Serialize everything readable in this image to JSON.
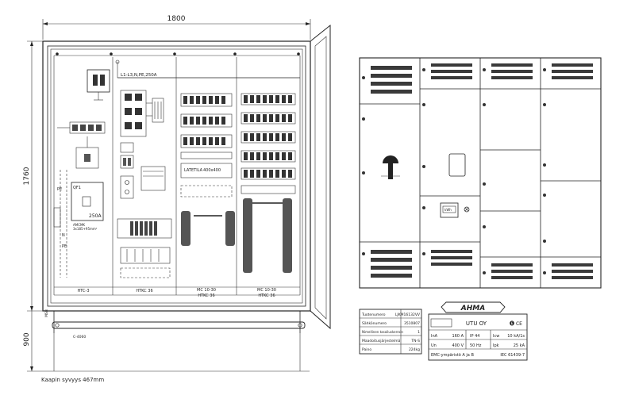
{
  "dimensions": {
    "width": "1800",
    "height": "1760",
    "plinth": "900",
    "depth_note": "Kaapin syvyys 467mm"
  },
  "front_labels": {
    "busbar": "L1-L3,N,PE,250A",
    "pe": "PE",
    "n": "N",
    "pe2": "PE",
    "qf": "QF1",
    "rating": "250A",
    "cable1": "AMCMK",
    "cable2": "3x185+95mm²",
    "latetila": "LATETILA",
    "latetila_size": "400x400",
    "c4060": "C-4060"
  },
  "din_labels": {
    "col1": "HTC-3",
    "col2": "HTKC 36",
    "col3_top": "MC 10-30",
    "col3_bot": "HTKC 36",
    "col4_top": "MC 10-30",
    "col4_bot": "HTKC 36"
  },
  "side_label": "MSB",
  "nameplate_left": {
    "rows": [
      {
        "label": "Tuotenumero",
        "value": "LJKM16132VV"
      },
      {
        "label": "Sähkönumero",
        "value": "3510807"
      },
      {
        "label": "Nimellinen tasoiluskerroin",
        "value": "1"
      },
      {
        "label": "Maadoitusjärjestelmä",
        "value": "TN-S"
      },
      {
        "label": "Paino",
        "value": "224kg"
      }
    ]
  },
  "nameplate_right": {
    "brand": "AHMA",
    "company": "UTU OY",
    "mark": "🅔 CE",
    "cells": [
      {
        "label": "InA",
        "value": "160 A"
      },
      {
        "label": "IP 44",
        "value": ""
      },
      {
        "label": "Icw",
        "value": "10 kA/1s"
      },
      {
        "label": "Un",
        "value": "400 V"
      },
      {
        "label": "50 Hz",
        "value": ""
      },
      {
        "label": "Ipk",
        "value": "25 kA"
      }
    ],
    "emc": "EMC-ympäristö  A ja B",
    "standard": "IEC 61439-7"
  },
  "door_labels": {
    "meter": "kWh"
  }
}
